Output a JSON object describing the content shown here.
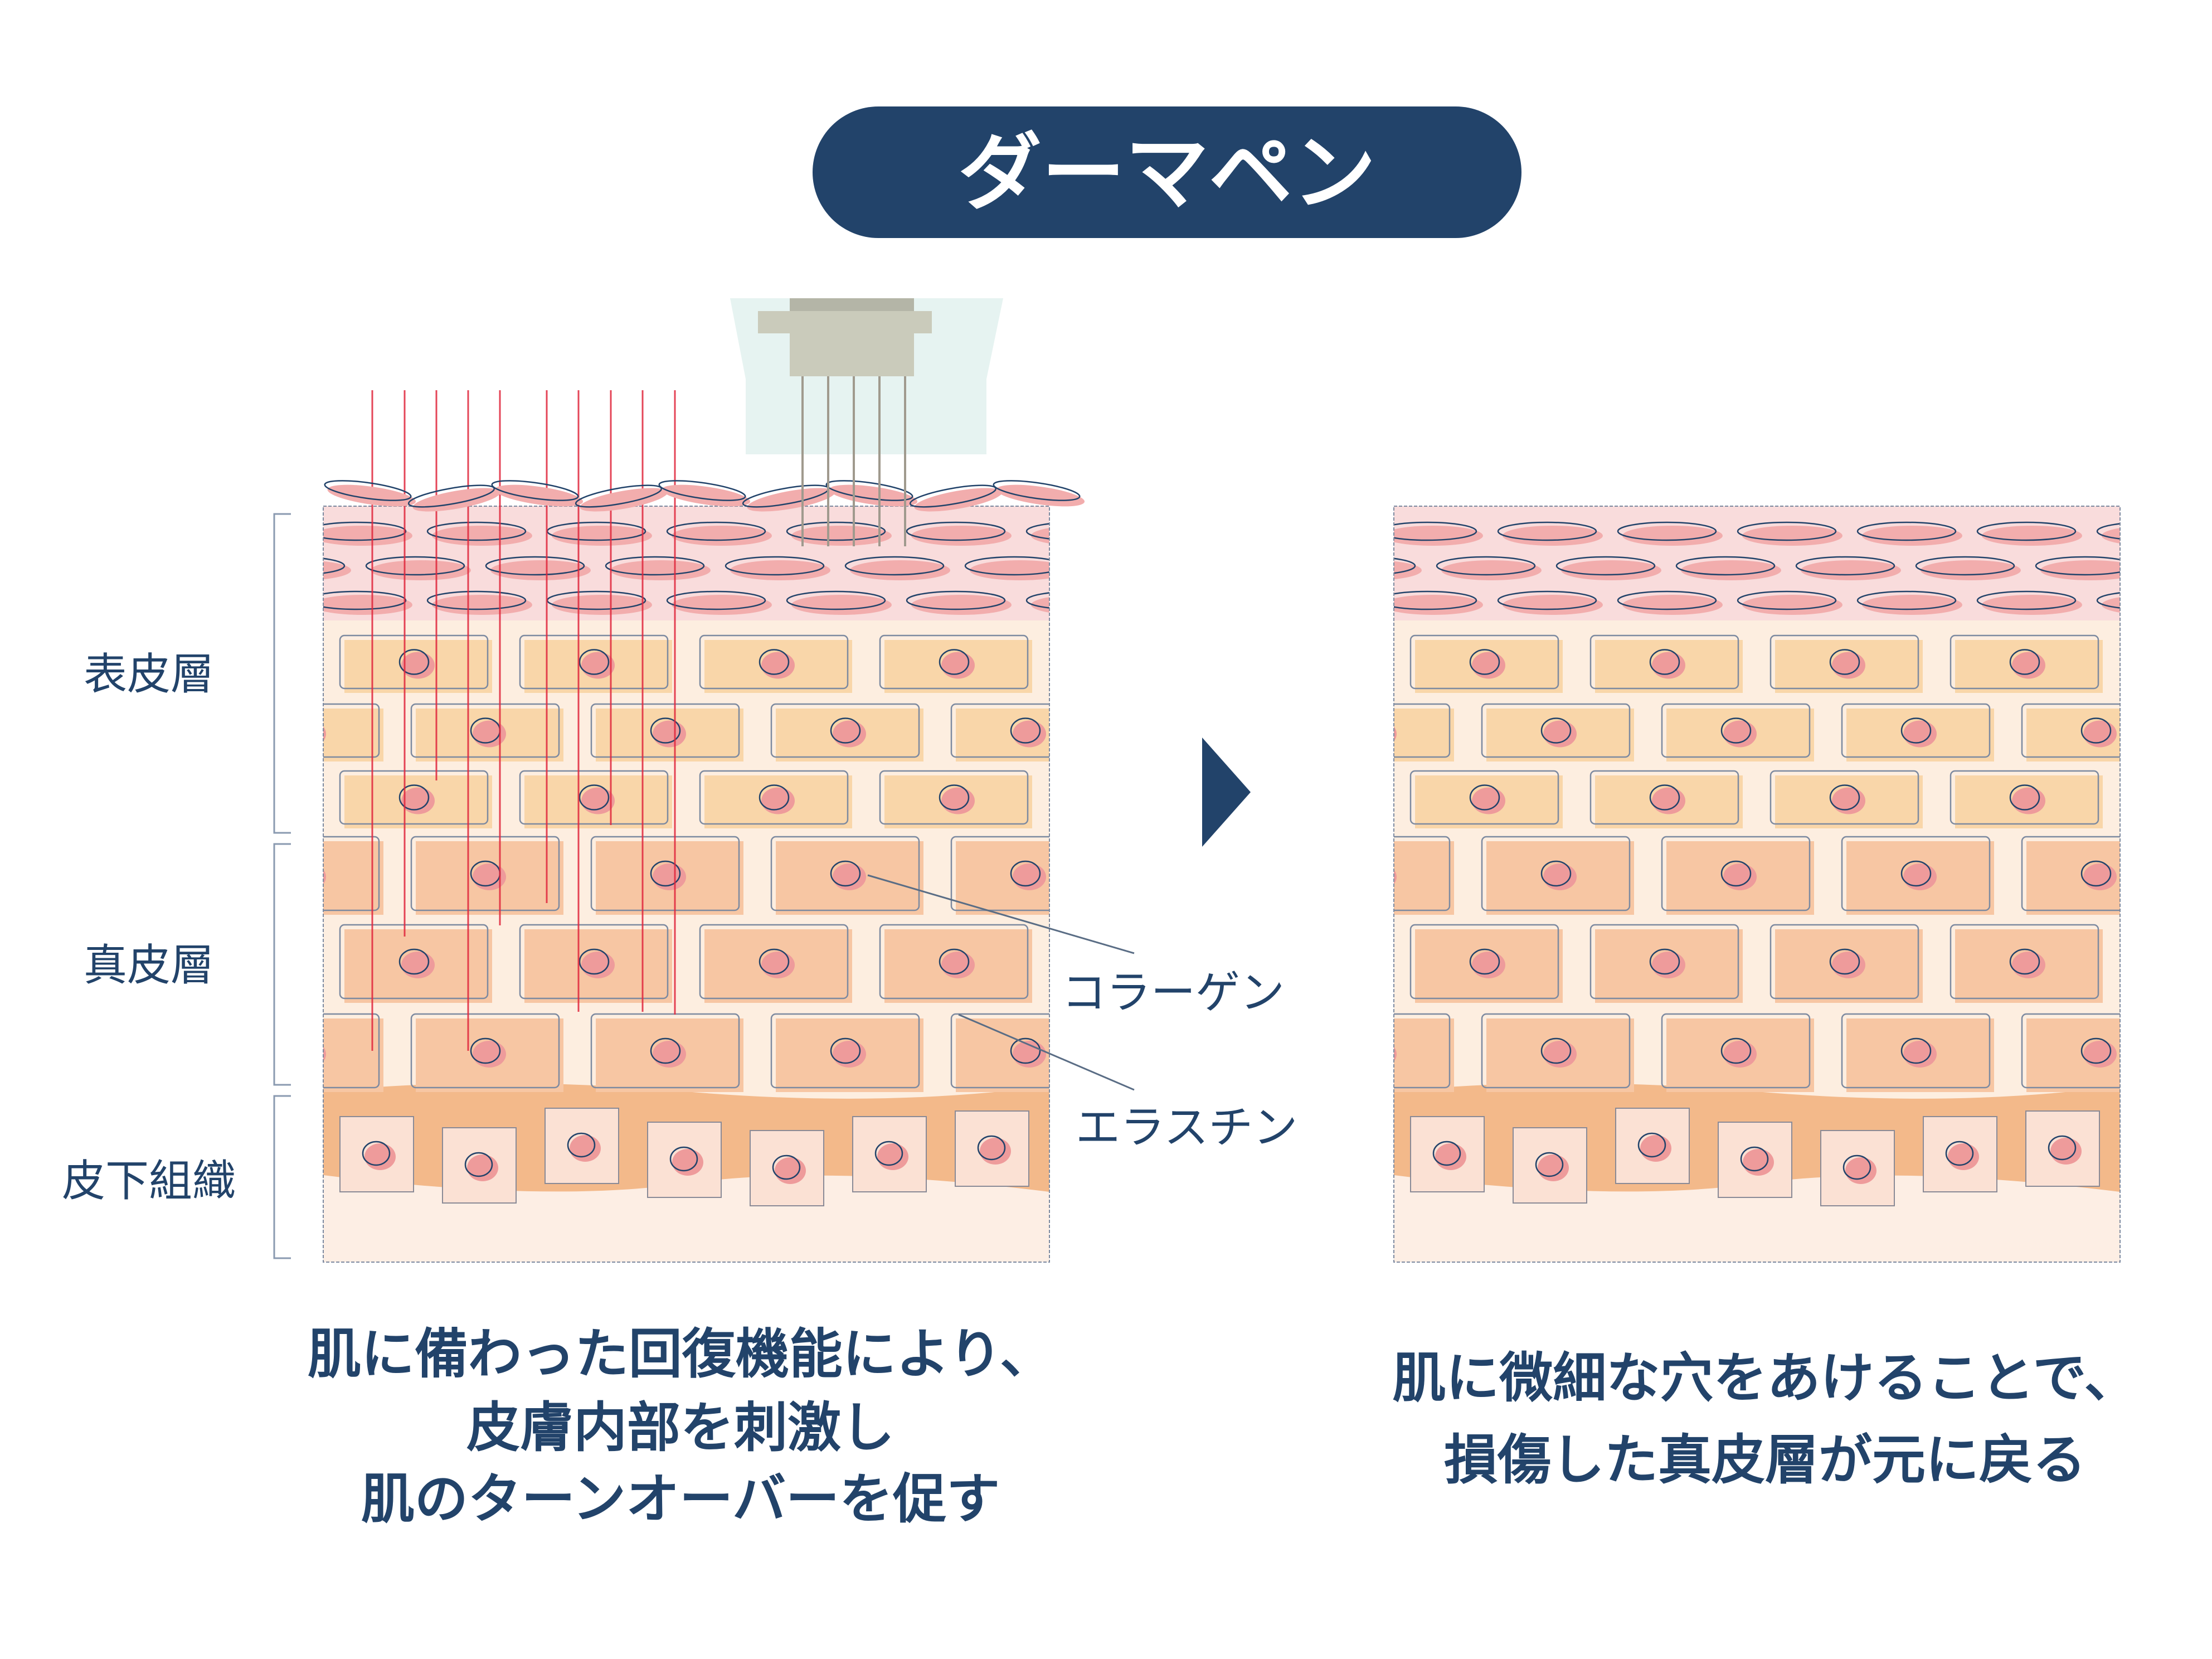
{
  "title": "ダーマペン",
  "layers": {
    "epidermis": "表皮層",
    "dermis": "真皮層",
    "subcutis": "皮下組織"
  },
  "annotations": {
    "collagen": "コラーゲン",
    "elastin": "エラスチン"
  },
  "captions": {
    "left": [
      "肌に備わった回復機能により、",
      "皮膚内部を刺激し",
      "肌のターンオーバーを促す"
    ],
    "right": [
      "肌に微細な穴をあけることで、",
      "損傷した真皮層が元に戻る"
    ]
  },
  "icons": {
    "arrow": "triangle-right-icon",
    "device": "dermapen-needle-head-icon"
  },
  "colors": {
    "navy": "#22436a",
    "stratum": "#f9dcdc",
    "stratum_cell": "#f2adad",
    "epidermis_bg": "#fdeee0",
    "epidermis_cell": "#f9d6a9",
    "dermis_cell": "#f7c6a3",
    "subcutis": "#f3b98a",
    "fat_cell": "#fbe1d4",
    "nucleus": "#ee9b9b",
    "needle_line": "#e0263c"
  }
}
